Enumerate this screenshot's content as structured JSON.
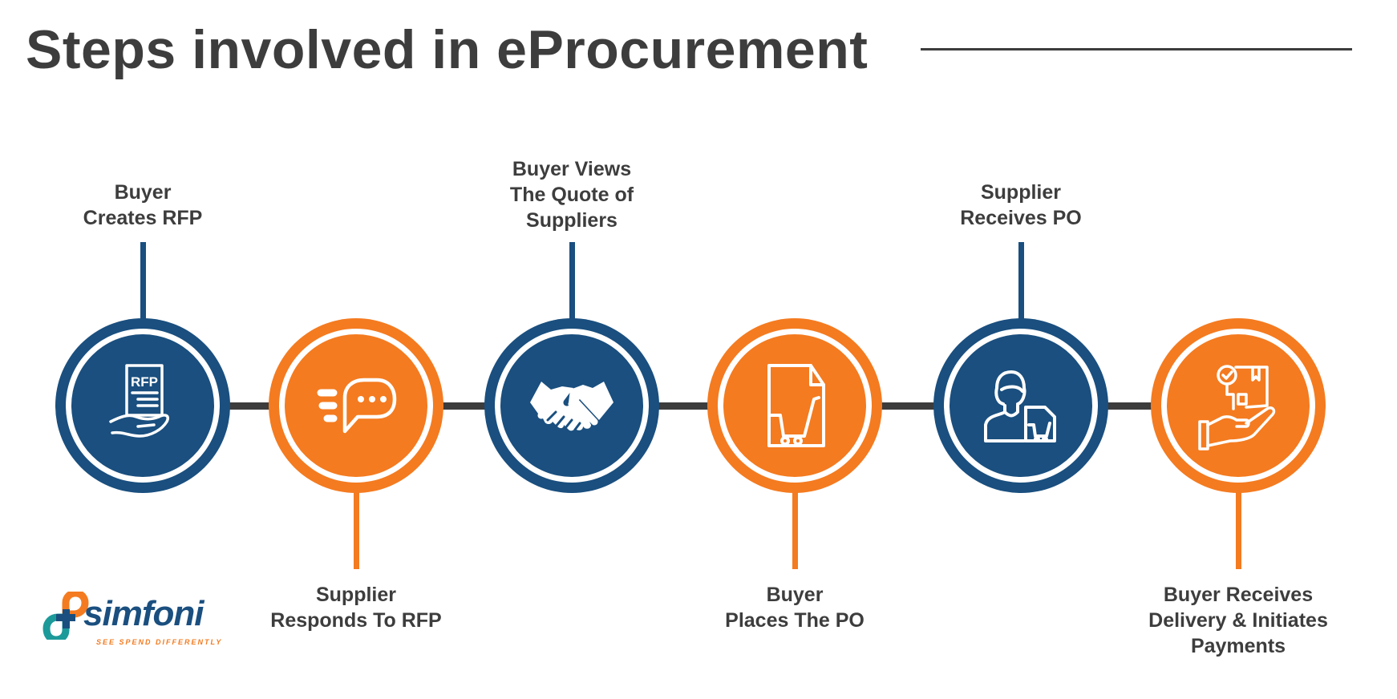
{
  "header": {
    "title": "Steps involved in eProcurement"
  },
  "colors": {
    "blue": "#1a4f7f",
    "orange": "#f47b20",
    "connector": "#3c3c3c",
    "text": "#3d3d3d",
    "teal": "#1c9a9a"
  },
  "steps": [
    {
      "order": 1,
      "color": "blue",
      "label_position": "top",
      "icon": "rfp-document-hand-icon",
      "lines": [
        "Buyer",
        "Creates RFP"
      ]
    },
    {
      "order": 2,
      "color": "orange",
      "label_position": "bottom",
      "icon": "speech-bubble-icon",
      "lines": [
        "Supplier",
        "Responds To RFP"
      ]
    },
    {
      "order": 3,
      "color": "blue",
      "label_position": "top",
      "icon": "handshake-icon",
      "lines": [
        "Buyer Views",
        "The Quote of",
        "Suppliers"
      ]
    },
    {
      "order": 4,
      "color": "orange",
      "label_position": "bottom",
      "icon": "purchase-order-cart-icon",
      "lines": [
        "Buyer",
        "Places The PO"
      ]
    },
    {
      "order": 5,
      "color": "blue",
      "label_position": "top",
      "icon": "supplier-person-document-icon",
      "lines": [
        "Supplier",
        "Receives PO"
      ]
    },
    {
      "order": 6,
      "color": "orange",
      "label_position": "bottom",
      "icon": "delivery-package-hand-icon",
      "lines": [
        "Buyer Receives",
        "Delivery & Initiates",
        "Payments"
      ]
    }
  ],
  "logo": {
    "name": "simfoni",
    "tagline": "SEE SPEND DIFFERENTLY"
  }
}
